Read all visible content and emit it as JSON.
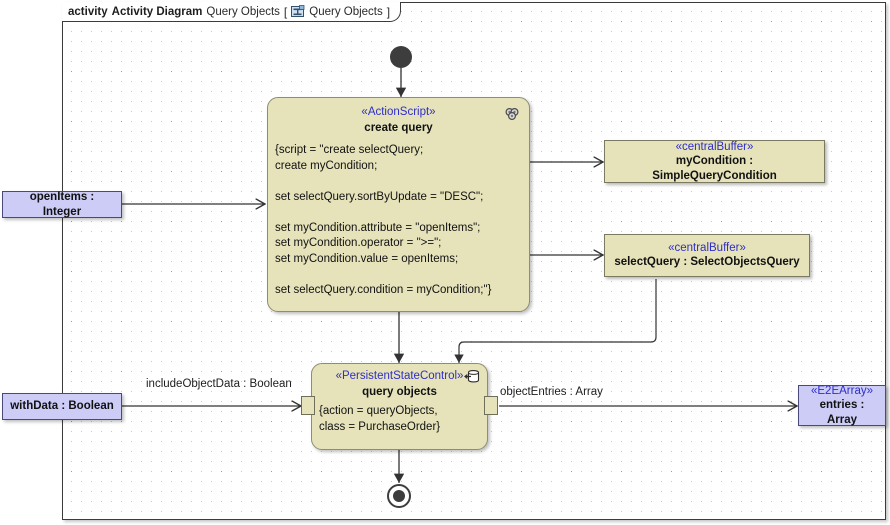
{
  "frame": {
    "keyword": "activity",
    "diagram_type": "Activity Diagram",
    "diagram_name": "Query Objects",
    "bracket_open": "[",
    "bracket_close": "]",
    "tab_label": "Query Objects",
    "icon": "activity-diagram-icon"
  },
  "colors": {
    "node_fill": "#e6e3bb",
    "node_border": "#8d8d74",
    "param_fill": "#ccccf7",
    "param_border": "#4a4a7a",
    "stereotype_text": "#2e2ec8",
    "canvas": "#ffffff",
    "frame_border": "#3b3b3b",
    "edge": "#333333"
  },
  "nodes": {
    "initial": {
      "name": "initial-node"
    },
    "final": {
      "name": "activity-final-node"
    },
    "create_query": {
      "stereotype": "«ActionScript»",
      "name": "create query",
      "icon": "script-chain-icon",
      "body": "{script = \"create selectQuery;\ncreate myCondition;\n\nset selectQuery.sortByUpdate = \"DESC\";\n\nset myCondition.attribute = \"openItems\";\nset myCondition.operator = \">=\";\nset myCondition.value = openItems;\n\nset selectQuery.condition = myCondition;\"}"
    },
    "query_objects": {
      "stereotype": "«PersistentStateControl»",
      "name": "query objects",
      "icon": "database-persist-icon",
      "body": "{action = queryObjects,\nclass = PurchaseOrder}"
    },
    "my_condition_buffer": {
      "stereotype": "«centralBuffer»",
      "name": "myCondition : SimpleQueryCondition"
    },
    "select_query_buffer": {
      "stereotype": "«centralBuffer»",
      "name": "selectQuery : SelectObjectsQuery"
    },
    "open_items_param": {
      "name": "openItems : Integer"
    },
    "with_data_param": {
      "name": "withData : Boolean"
    },
    "entries_param": {
      "stereotype": "«E2EArray»",
      "name": "entries : Array"
    }
  },
  "edge_labels": {
    "include_object_data": "includeObjectData : Boolean",
    "object_entries": "objectEntries : Array"
  }
}
